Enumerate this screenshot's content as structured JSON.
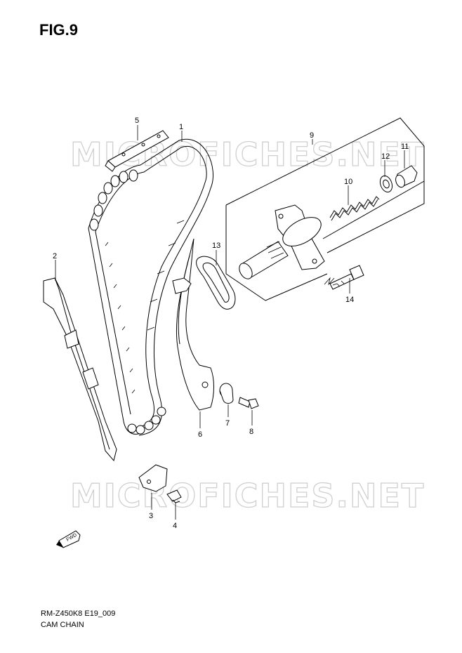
{
  "figure": {
    "title": "FIG.9",
    "model_code": "RM-Z450K8 E19_009",
    "section_name": "CAM CHAIN"
  },
  "watermark": "MICROFICHES.NET",
  "fwd_label": "FWD",
  "callouts": {
    "p1": "1",
    "p2": "2",
    "p3": "3",
    "p4": "4",
    "p5": "5",
    "p6": "6",
    "p7": "7",
    "p8": "8",
    "p9": "9",
    "p10": "10",
    "p11": "11",
    "p12": "12",
    "p13": "13",
    "p14": "14"
  },
  "colors": {
    "line": "#000000",
    "watermark": "#cfcfcf",
    "background": "#ffffff"
  }
}
